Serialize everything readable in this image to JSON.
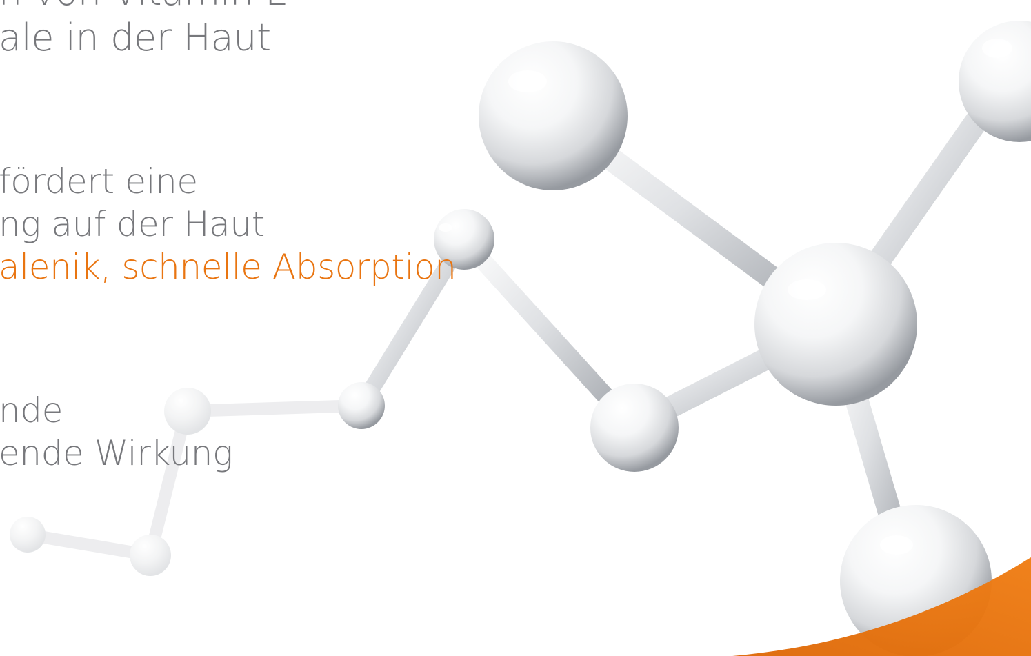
{
  "text_lines": [
    "n von Vitamin E",
    "ale in der Haut",
    "fördert eine",
    "ng auf der Haut",
    "alenik, schnelle Absorption",
    "nde",
    "ende Wirkung"
  ],
  "colors": {
    "text_gray": "#77787c",
    "highlight": "#e97511",
    "accent_orange": "#e9720f",
    "glass_light": "#f4f5f6",
    "glass_shadow": "#b9bcc1"
  },
  "decorations": {
    "image_main": "glass-molecule-model",
    "image_faded": "faded-molecule-chain",
    "image_corner": "orange-corner-wedge"
  }
}
